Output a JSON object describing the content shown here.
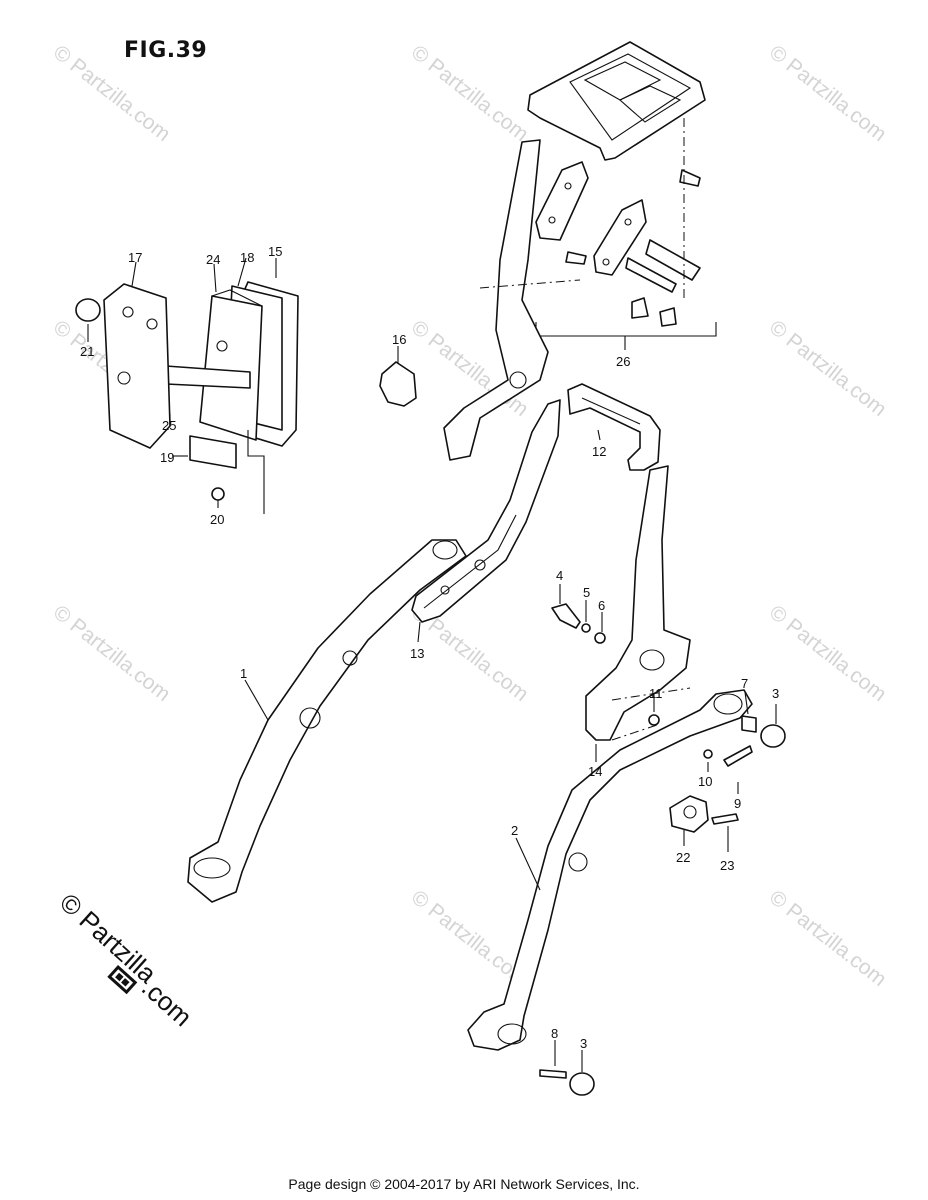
{
  "figure": {
    "title": "FIG.39",
    "callouts": [
      {
        "id": "c1",
        "label": "1"
      },
      {
        "id": "c2",
        "label": "2"
      },
      {
        "id": "c3a",
        "label": "3"
      },
      {
        "id": "c3b",
        "label": "3"
      },
      {
        "id": "c4",
        "label": "4"
      },
      {
        "id": "c5",
        "label": "5"
      },
      {
        "id": "c6",
        "label": "6"
      },
      {
        "id": "c7",
        "label": "7"
      },
      {
        "id": "c8",
        "label": "8"
      },
      {
        "id": "c9",
        "label": "9"
      },
      {
        "id": "c10",
        "label": "10"
      },
      {
        "id": "c11",
        "label": "11"
      },
      {
        "id": "c12",
        "label": "12"
      },
      {
        "id": "c13",
        "label": "13"
      },
      {
        "id": "c14",
        "label": "14"
      },
      {
        "id": "c15",
        "label": "15"
      },
      {
        "id": "c16",
        "label": "16"
      },
      {
        "id": "c17",
        "label": "17"
      },
      {
        "id": "c18",
        "label": "18"
      },
      {
        "id": "c19",
        "label": "19"
      },
      {
        "id": "c20",
        "label": "20"
      },
      {
        "id": "c21",
        "label": "21"
      },
      {
        "id": "c22",
        "label": "22"
      },
      {
        "id": "c23",
        "label": "23"
      },
      {
        "id": "c24",
        "label": "24"
      },
      {
        "id": "c25",
        "label": "25"
      },
      {
        "id": "c26",
        "label": "26"
      }
    ]
  },
  "watermark": {
    "text": "© Partzilla.com",
    "corner_text": "© Partzilla",
    "corner_suffix": ".com"
  },
  "footer": {
    "copyright": "Page design © 2004-2017 by ARI Network Services, Inc."
  }
}
